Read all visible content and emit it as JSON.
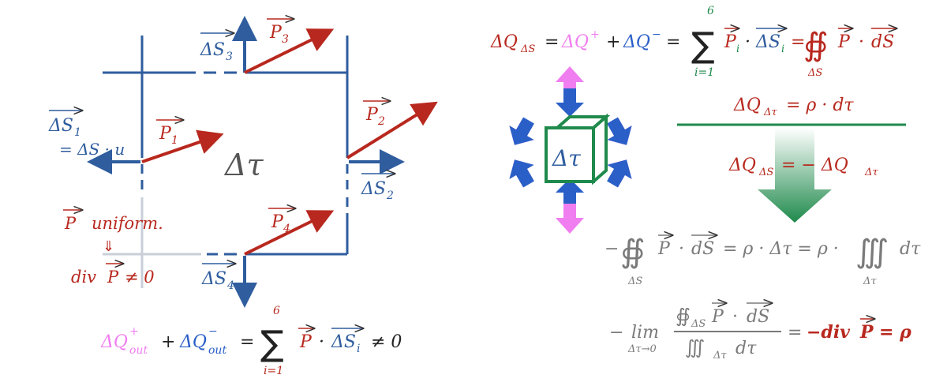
{
  "colors": {
    "blue": "#2f5d9e",
    "red": "#b8281e",
    "pink": "#f07ef0",
    "dark_blue": "#2a5fc8",
    "green": "#1f8a4c",
    "gray": "#7a7a7a",
    "light_gray": "#c8cfd8"
  },
  "left": {
    "vector_labels": {
      "S1": "ΔS",
      "S1_sub": "1",
      "S2": "ΔS",
      "S2_sub": "2",
      "S3": "ΔS",
      "S3_sub": "3",
      "S4": "ΔS",
      "S4_sub": "4",
      "P1": "P",
      "P1_sub": "1",
      "P2": "P",
      "P2_sub": "2",
      "P3": "P",
      "P3_sub": "3",
      "P4": "P",
      "P4_sub": "4"
    },
    "s1_eq": "= ΔS · u",
    "s1_u": "u",
    "volume_label": "Δτ",
    "uniform_p": "P",
    "uniform_text": "uniform.",
    "implies": "⇓",
    "div_text": "div",
    "div_p": "P",
    "div_rest": "≠ 0",
    "bottom_eq": {
      "dq_out_plus": "ΔQ",
      "plus_sup": "+",
      "out_sub": "out",
      "plus": "+",
      "dq_out_minus": "ΔQ",
      "minus_sup": "−",
      "eq": "=",
      "sum_top": "6",
      "sum": "∑",
      "sum_bottom": "i=1",
      "p": "P",
      "dot": "·",
      "ds": "ΔS",
      "ds_sub": "i",
      "neq": "≠ 0"
    }
  },
  "right": {
    "top_eq": {
      "lhs": "ΔQ",
      "lhs_sub": "ΔS",
      "eq1": "=",
      "dqp": "ΔQ",
      "dqp_sup": "+",
      "plus": "+",
      "dqm": "ΔQ",
      "dqm_sup": "−",
      "eq2": "=",
      "sum_top": "6",
      "sum": "∑",
      "sum_bottom": "i=1",
      "pi": "P",
      "pi_sub": "i",
      "dot": "·",
      "dsi": "ΔS",
      "dsi_sub": "i",
      "eq3": "=",
      "oint": "∯",
      "oint_sub": "ΔS",
      "p": "P",
      "dot2": "·",
      "ds": "dS"
    },
    "cube_label": "Δτ",
    "eq_rho": "ΔQ",
    "eq_rho_sub": "Δτ",
    "eq_rho_rhs": "= ρ · dτ",
    "eq_neg": "ΔQ",
    "eq_neg_sub": "ΔS",
    "eq_neg_mid": "= − ΔQ",
    "eq_neg_sub2": "Δτ",
    "gray_eq1": {
      "minus": "−",
      "oint": "∯",
      "oint_sub": "ΔS",
      "p": "P",
      "dot": "·",
      "ds": "dS",
      "mid": "= ρ · Δτ = ρ ·",
      "iiint": "∭",
      "iiint_sub": "Δτ",
      "dtau": "dτ"
    },
    "gray_eq2": {
      "minus": "−",
      "lim": "lim",
      "lim_sub": "Δτ→0",
      "num_oint": "∯",
      "num_sub": "ΔS",
      "num_p": "P",
      "num_dot": "·",
      "num_ds": "dS",
      "den_iiint": "∭",
      "den_sub": "Δτ",
      "den_dtau": "dτ",
      "eq": "=",
      "rhs": "−div",
      "rhs_p": "P",
      "rhs_end": "= ρ"
    }
  }
}
